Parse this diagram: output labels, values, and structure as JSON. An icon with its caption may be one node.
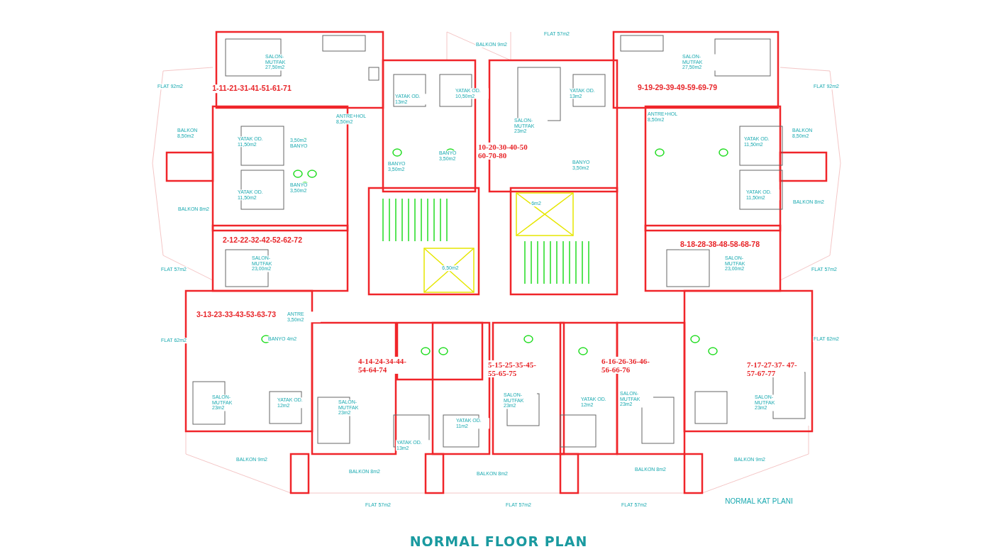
{
  "diagram": {
    "title": "NORMAL FLOOR PLAN",
    "labels": [
      "FLAT 57m2",
      "BALKON 9m2",
      "SALON-MUTFAK 27,50m2",
      "SALON-MUTFAK 27,50m2",
      "FLAT 92m2",
      "1-11-21-31-41-51-61-71",
      "9-19-29-39-49-59-69-79",
      "FLAT 92m2",
      "YATAK OD. 13m2",
      "YATAK OD. 10,50m2",
      "YATAK OD. 13m2",
      "ANTRE+HOL 8,50m2",
      "SALON-MUTFAK 23m2",
      "ANTRE+HOL 8,50m2",
      "BALKON 8,50m2",
      "BALKON 8,50m2",
      "YATAK OD. 11,50m2",
      "3,50m2 BANYO",
      "BANYO 3,50m2",
      "YATAK OD. 11,50m2",
      "10-20-30-40-50 60-70-80",
      "BANYO 3,50m2",
      "BANYO 3,50m2",
      "BANYO 3,50m2",
      "YATAK OD. 11,50m2",
      "YATAK OD. 11,50m2",
      "BALKON 8m2",
      "BALKON 8m2",
      "6m2",
      "2-12-22-32-42-52-62-72",
      "8-18-28-38-48-58-68-78",
      "FLAT 57m2",
      "SALON-MUTFAK 23,00m2",
      "6,50m2",
      "SALON-MUTFAK 23,00m2",
      "FLAT 57m2",
      "3-13-23-33-43-53-63-73",
      "ANTRE 3,50m2",
      "FLAT 62m2",
      "BANYO 4m2",
      "FLAT 62m2",
      "4-14-24-34-44- 54-64-74",
      "5-15-25-35-45- 55-65-75",
      "6-16-26-36-46- 56-66-76",
      "7-17-27-37- 47-57-67-77",
      "SALON-MUTFAK 23m2",
      "YATAK OD. 12m2",
      "SALON-MUTFAK 23m2",
      "SALON-MUTFAK 23m2",
      "YATAK OD. 12m2",
      "SALON-MUTFAK 23m2",
      "SALON-MUTFAK 23m2",
      "YATAK OD. 11m2",
      "YATAK OD. 13m2",
      "BALKON 9m2",
      "BALKON 8m2",
      "BALKON 8m2",
      "BALKON 8m2",
      "BALKON 9m2",
      "FLAT 57m2",
      "FLAT 57m2",
      "FLAT 57m2",
      "NORMAL KAT PLANI"
    ]
  }
}
